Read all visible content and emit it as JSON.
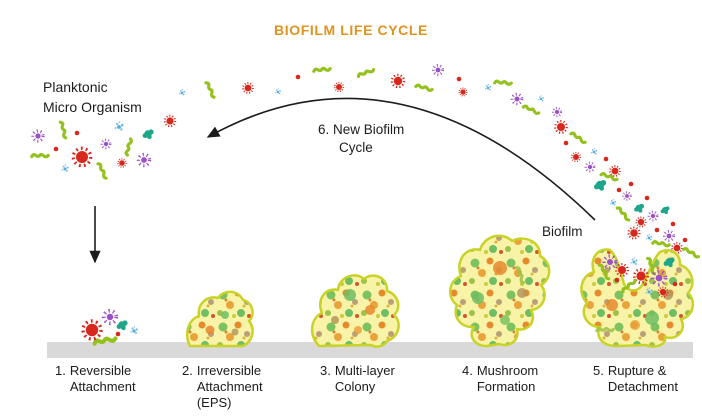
{
  "title": "BIOFILM LIFE CYCLE",
  "labels": {
    "planktonic_line1": "Planktonic",
    "planktonic_line2": "Micro Organism",
    "new_cycle_line1": "6. New Biofilm",
    "new_cycle_line2": "Cycle",
    "biofilm": "Biofilm"
  },
  "stages": [
    {
      "num": "1.",
      "lines": [
        "Reversible",
        "Attachment"
      ]
    },
    {
      "num": "2.",
      "lines": [
        "Irreversible",
        "Attachment",
        "(EPS)"
      ]
    },
    {
      "num": "3.",
      "lines": [
        "Multi-layer",
        "Colony"
      ]
    },
    {
      "num": "4.",
      "lines": [
        "Mushroom",
        "Formation"
      ]
    },
    {
      "num": "5.",
      "lines": [
        "Rupture &",
        "Detachment"
      ]
    }
  ],
  "icons": {
    "red_microbe": "spiky-coccus",
    "purple_microbe": "starburst-microbe",
    "green_microbe": "wavy-bacillus",
    "teal_microbe": "amoeba-blob",
    "blue_microbe": "dot-cluster-microbe",
    "cycle_arrow": "curved-arrow-left",
    "attach_arrow": "straight-arrow-down"
  },
  "colors": {
    "title_orange": "#E0941F",
    "bar_gray": "#D9D9D9",
    "ink": "#1C1C1C",
    "microbe_red": "#D7281D",
    "microbe_purple": "#9B50C8",
    "microbe_green": "#94C11E",
    "microbe_teal": "#1EA68A",
    "microbe_blue": "#55AADC",
    "biofilm_fill": "#F9F3A8",
    "biofilm_stroke": "#C9D226"
  }
}
